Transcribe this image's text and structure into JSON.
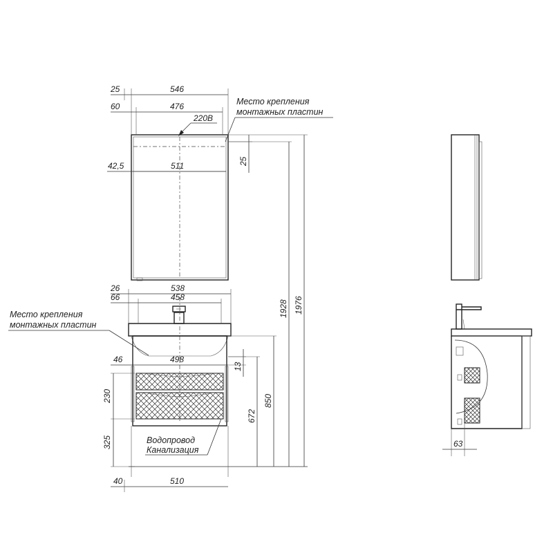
{
  "mirror": {
    "dims": {
      "w_outer": "546",
      "off_outer": "25",
      "w_inner": "476",
      "off_inner": "60",
      "w_511": "511",
      "off_425": "42,5",
      "v_25": "25",
      "voltage": "220В"
    },
    "mount_label": [
      "Место крепления",
      "монтажных пластин"
    ]
  },
  "vanity": {
    "dims": {
      "w_538": "538",
      "off_26": "26",
      "w_458": "458",
      "off_66": "66",
      "w_498": "498",
      "off_46": "46",
      "v_13": "13",
      "v_230": "230",
      "v_325": "325",
      "w_510": "510",
      "off_40": "40",
      "h_672": "672",
      "h_850": "850"
    },
    "mount_label": [
      "Место крепления",
      "монтажных пластин"
    ],
    "pipes_label": [
      "Водопровод",
      "Канализация"
    ]
  },
  "overall": {
    "h_1928": "1928",
    "h_1976": "1976"
  },
  "side": {
    "d_63": "63"
  }
}
